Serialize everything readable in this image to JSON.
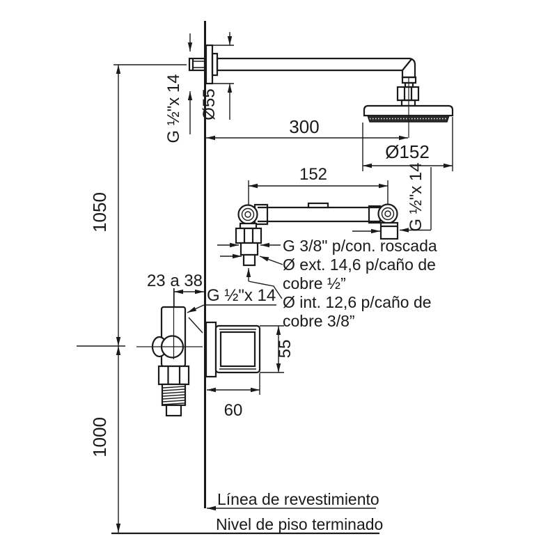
{
  "drawing": {
    "colors": {
      "line": "#1a1a1a",
      "background": "#ffffff"
    },
    "dimensions": {
      "upper_height": "1050",
      "lower_height": "1000",
      "arm_projection": "300",
      "head_diameter": "Ø152",
      "flange_diameter": "Ø55",
      "bar_spacing": "152",
      "embed_range": "23 a 38",
      "trim_height": "55",
      "trim_width": "60"
    },
    "threads": {
      "arm_wall": "G ½\"x 14",
      "bar_wall": "G ½\"x 14",
      "valve": "G ½\"x 14"
    },
    "notes": {
      "g38": "G 3/8\" p/con. roscada",
      "ext1": "Ø ext. 14,6 p/caño de",
      "ext2": "cobre ½”",
      "int1": "Ø int. 12,6 p/caño de",
      "int2": "cobre 3/8”"
    },
    "reference_lines": {
      "revestimiento": "Línea de revestimiento",
      "piso": "Nivel de piso terminado"
    }
  }
}
